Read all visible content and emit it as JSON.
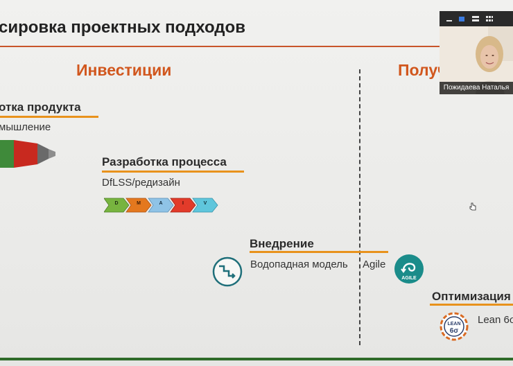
{
  "slide": {
    "title": "сировка проектных подходов",
    "columns": {
      "left": "Инвестиции",
      "right": "Получ"
    },
    "stages": {
      "product": {
        "title": "отка продукта",
        "subtitle": "мышление"
      },
      "process": {
        "title": "Разработка процесса",
        "subtitle": "DfLSS/редизайн"
      },
      "implementation": {
        "title": "Внедрение",
        "subtitle_left": "Водопадная модель",
        "subtitle_right": "Agile"
      },
      "optimization": {
        "title": "Оптимизация",
        "subtitle": "Lean 6σ"
      }
    },
    "dmaic": [
      "D",
      "M",
      "A",
      "I",
      "V"
    ],
    "agile_badge": "AGILE",
    "lean_badge": {
      "top": "LEAN",
      "bottom": "6σ"
    }
  },
  "video": {
    "participant_name": "Пожидаева Наталья"
  },
  "colors": {
    "accent_orange": "#e8921c",
    "heading_orange": "#d1571e",
    "title_rule": "#c8542a",
    "bottom_rule": "#2f6b2a",
    "agile_teal": "#1b8c8a"
  }
}
